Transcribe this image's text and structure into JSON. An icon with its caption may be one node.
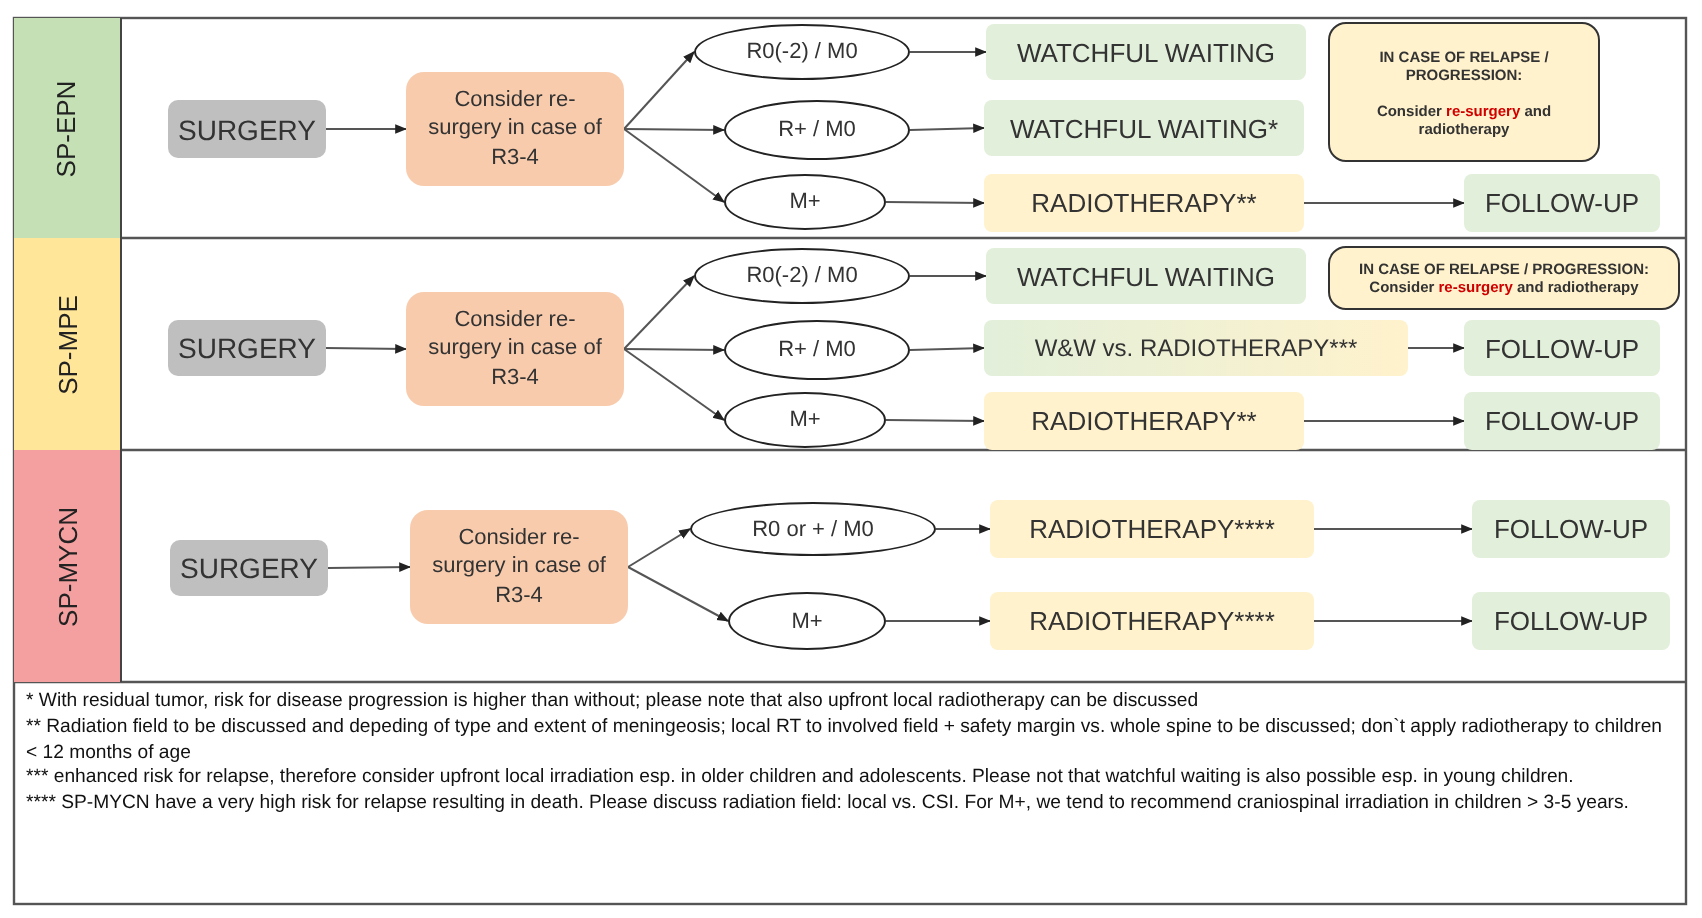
{
  "diagram": {
    "nodes": [
      {
        "text": [
          "SP-EPN"
        ]
      },
      {
        "text": [
          "SURGERY"
        ]
      },
      {
        "text": [
          "Consider re-surgery in case of R3-4"
        ]
      },
      {
        "text": [
          "R0(-2) / M0"
        ]
      },
      {
        "text": [
          "WATCHFUL WAITING"
        ]
      },
      {
        "text": [
          "IN CASE OF RELAPSE / PROGRESSION:",
          "Consider **re-surgery** and radiotherapy"
        ]
      },
      {
        "text": [
          "R+ / M0"
        ]
      },
      {
        "text": [
          "WATCHFUL WAITING*"
        ]
      },
      {
        "text": [
          "M+"
        ]
      },
      {
        "text": [
          "RADIOTHERAPY**"
        ]
      },
      {
        "text": [
          "FOLLOW-UP"
        ]
      },
      {
        "text": [
          "SP-MPE"
        ]
      },
      {
        "text": [
          "SURGERY"
        ]
      },
      {
        "text": [
          "Consider re-surgery in case of R3-4"
        ]
      },
      {
        "text": [
          "R0(-2) / M0"
        ]
      },
      {
        "text": [
          "WATCHFUL WAITING"
        ]
      },
      {
        "text": [
          "IN CASE OF RELAPSE / PROGRESSION:",
          "Consider **re-surgery** and radiotherapy"
        ]
      },
      {
        "text": [
          "R+ / M0"
        ]
      },
      {
        "text": [
          "W&W vs. RADIOTHERAPY***"
        ]
      },
      {
        "text": [
          "FOLLOW-UP"
        ]
      },
      {
        "text": [
          "M+"
        ]
      },
      {
        "text": [
          "RADIOTHERAPY**"
        ]
      },
      {
        "text": [
          "FOLLOW-UP"
        ]
      },
      {
        "text": [
          "SP-MYCN"
        ]
      },
      {
        "text": [
          "SURGERY"
        ]
      },
      {
        "text": [
          "Consider re-surgery in case of R3-4"
        ]
      },
      {
        "text": [
          "R0 or + / M0"
        ]
      },
      {
        "text": [
          "RADIOTHERAPY****"
        ]
      },
      {
        "text": [
          "FOLLOW-UP"
        ]
      },
      {
        "text": [
          "M+"
        ]
      },
      {
        "text": [
          "RADIOTHERAPY****"
        ]
      },
      {
        "text": [
          "FOLLOW-UP"
        ]
      }
    ],
    "edges": [
      {
        "from": 1,
        "to": 2,
        "arrow": "to"
      },
      {
        "from": 2,
        "to": 3,
        "arrow": "to"
      },
      {
        "from": 2,
        "to": 6,
        "arrow": "to"
      },
      {
        "from": 2,
        "to": 8,
        "arrow": "to"
      },
      {
        "from": 3,
        "to": 4,
        "arrow": "to"
      },
      {
        "from": 6,
        "to": 7,
        "arrow": "to"
      },
      {
        "from": 8,
        "to": 9,
        "arrow": "to"
      },
      {
        "from": 9,
        "to": 10,
        "arrow": "to"
      },
      {
        "from": 12,
        "to": 13,
        "arrow": "to"
      },
      {
        "from": 13,
        "to": 14,
        "arrow": "to"
      },
      {
        "from": 13,
        "to": 17,
        "arrow": "to"
      },
      {
        "from": 13,
        "to": 20,
        "arrow": "to"
      },
      {
        "from": 14,
        "to": 15,
        "arrow": "to"
      },
      {
        "from": 17,
        "to": 18,
        "arrow": "to"
      },
      {
        "from": 18,
        "to": 19,
        "arrow": "to"
      },
      {
        "from": 20,
        "to": 21,
        "arrow": "to"
      },
      {
        "from": 21,
        "to": 22,
        "arrow": "to"
      },
      {
        "from": 24,
        "to": 25,
        "arrow": "to"
      },
      {
        "from": 25,
        "to": 26,
        "arrow": "to"
      },
      {
        "from": 25,
        "to": 29,
        "arrow": "to"
      },
      {
        "from": 26,
        "to": 27,
        "arrow": "to"
      },
      {
        "from": 27,
        "to": 28,
        "arrow": "to"
      },
      {
        "from": 29,
        "to": 30,
        "arrow": "to"
      },
      {
        "from": 30,
        "to": 31,
        "arrow": "to"
      }
    ],
    "labels": [
      "* With residual tumor, risk for disease progression is higher than without; please note that also upfront local radiotherapy can be discussed",
      "** Radiation field to be discussed and depeding of type and extent of meningeosis; local RT to involved field + safety margin vs. whole spine to be discussed; don`t apply radiotherapy to children < 12 months of age",
      "*** enhanced risk for relapse, therefore consider upfront local irradiation esp. in older children and adolescents. Please not that watchful waiting is also possible esp. in young children.",
      "**** SP-MYCN have a very high risk for relapse resulting in death. Please discuss radiation field: local vs. CSI. For M+, we tend to recommend craniospinal irradiation in children > 3-5 years."
    ]
  }
}
